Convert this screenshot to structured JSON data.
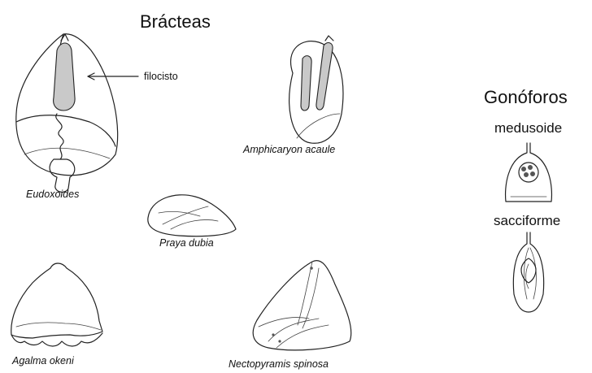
{
  "title": "Brácteas",
  "gonophores": {
    "title": "Gonóforos",
    "types": [
      {
        "label": "medusoide"
      },
      {
        "label": "sacciforme"
      }
    ]
  },
  "annotation": {
    "label": "filocisto"
  },
  "specimens": [
    {
      "name": "Eudoxoides"
    },
    {
      "name": "Amphicaryon acaule"
    },
    {
      "name": "Praya dubia"
    },
    {
      "name": "Agalma okeni"
    },
    {
      "name": "Nectopyramis spinosa"
    }
  ],
  "colors": {
    "ink": "#222222",
    "background": "#ffffff"
  }
}
